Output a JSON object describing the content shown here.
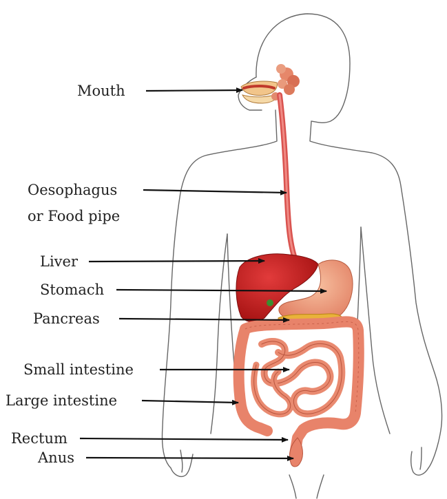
{
  "labels": {
    "mouth": "Mouth",
    "oesophagus_line1": "Oesophagus",
    "oesophagus_line2": "or Food pipe",
    "liver": "Liver",
    "stomach": "Stomach",
    "pancreas": "Pancreas",
    "small_intestine": "Small intestine",
    "large_intestine": "Large intestine",
    "rectum": "Rectum",
    "anus": "Anus"
  },
  "colors": {
    "outline": "#555555",
    "liver": "#c41e1e",
    "oesophagus": "#d9534f",
    "intestine": "#e8836a",
    "stomach": "#f0a07a",
    "pancreas": "#e9b23a",
    "arrow": "#111111"
  }
}
